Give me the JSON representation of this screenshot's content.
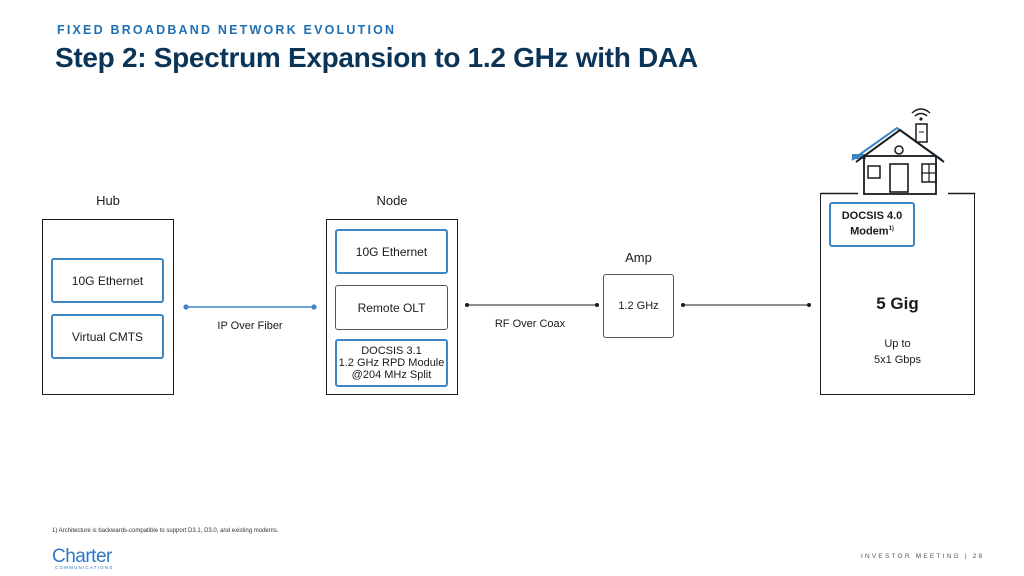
{
  "header": {
    "eyebrow": "FIXED BROADBAND NETWORK EVOLUTION",
    "title": "Step 2: Spectrum Expansion to 1.2 GHz with DAA"
  },
  "hub": {
    "label": "Hub",
    "items": [
      "10G Ethernet",
      "Virtual CMTS"
    ]
  },
  "link_hub_node": {
    "label": "IP Over Fiber",
    "color": "#3d86c6"
  },
  "node": {
    "label": "Node",
    "items": [
      "10G Ethernet",
      "Remote OLT",
      "DOCSIS 3.1\n1.2 GHz RPD Module\n@204 MHz Split"
    ]
  },
  "link_node_amp": {
    "label": "RF Over Coax"
  },
  "amp": {
    "label": "Amp",
    "value": "1.2 GHz"
  },
  "home": {
    "modem_label": "DOCSIS 4.0\nModem",
    "modem_footnote": "1)",
    "speed": "5 Gig",
    "upto": "Up to\n5x1 Gbps"
  },
  "icons": [
    "house-icon",
    "wifi-icon"
  ],
  "colors": {
    "accent": "#3d86c6",
    "title": "#0b3558",
    "brand": "#2b78c5"
  },
  "footer": {
    "footnote": "1)  Architecture is backwards-compatible to support D3.1, D3.0, and existing modems.",
    "logo": "Charter",
    "logo_sub": "COMMUNICATIONS",
    "meeting": "INVESTOR MEETING  |  28"
  }
}
